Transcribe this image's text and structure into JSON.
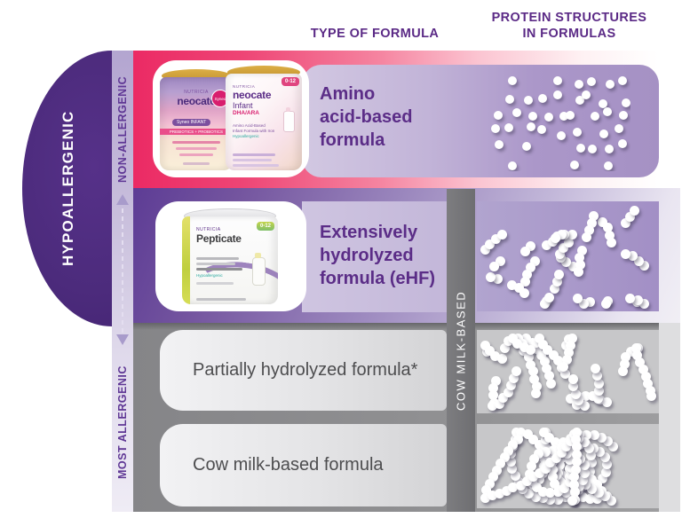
{
  "headers": {
    "type_of_formula": "TYPE OF FORMULA",
    "protein_line1": "PROTEIN STRUCTURES",
    "protein_line2": "IN FORMULAS"
  },
  "axis": {
    "hypoallergenic": "HYPOALLERGENIC",
    "non_allergenic": "NON-ALLERGENIC",
    "most_allergenic": "MOST ALLERGENIC"
  },
  "cow_bar": {
    "label": "COW MILK-BASED"
  },
  "rows": [
    {
      "id": "amino-acid-based",
      "label": "Amino\nacid-based\nformula",
      "zone": "non-allergenic"
    },
    {
      "id": "extensively-hydrolyzed",
      "label": "Extensively\nhydrolyzed\nformula (eHF)",
      "zone": "hypoallergenic"
    },
    {
      "id": "partially-hydrolyzed",
      "label": "Partially hydrolyzed formula*",
      "zone": "most-allergenic"
    },
    {
      "id": "cow-milk-based",
      "label": "Cow milk-based formula",
      "zone": "most-allergenic"
    }
  ],
  "products": {
    "neocate_syneo": {
      "brand": "NUTRICIA",
      "name": "neocate",
      "sub": "Syneo INFANT",
      "line": "PREBIOTICS + PROBIOTICS",
      "badge": "Syneo"
    },
    "neocate_infant": {
      "brand": "NUTRICIA",
      "name": "neocate",
      "sub": "Infant",
      "sub2": "DHA/ARA",
      "badge": "0-12",
      "desc": "Amino Acid-Based\nInfant Formula with Iron",
      "hypo": "Hypoallergenic"
    },
    "pepticate": {
      "brand": "NUTRICIA",
      "name": "Pepticate",
      "badge": "0-12",
      "hypo": "Hypoallergenic"
    }
  },
  "protein_structures": {
    "row1": {
      "style": "free-amino-acids",
      "dots": 45,
      "seed": 7
    },
    "row2": {
      "style": "short-peptide-chains",
      "chains": 21,
      "min_len": 2,
      "max_len": 4,
      "seed": 11
    },
    "row3": {
      "style": "medium-peptide-chains",
      "chains": 13,
      "min_len": 5,
      "max_len": 10,
      "seed": 23
    },
    "row4": {
      "style": "long-protein-chains",
      "chains": 5,
      "min_len": 28,
      "max_len": 42,
      "seed": 5
    }
  },
  "colors": {
    "brand_purple_dark": "#4C2B7C",
    "label_purple": "#5B2D87",
    "scale_text_purple": "#5F3795",
    "row1_pink": "#EB2A64",
    "row2_purple": "#5D3C95",
    "gray_section": "#909092",
    "cow_bar_gray": "#6E6E71",
    "dot_white": "#FFFFFF"
  }
}
